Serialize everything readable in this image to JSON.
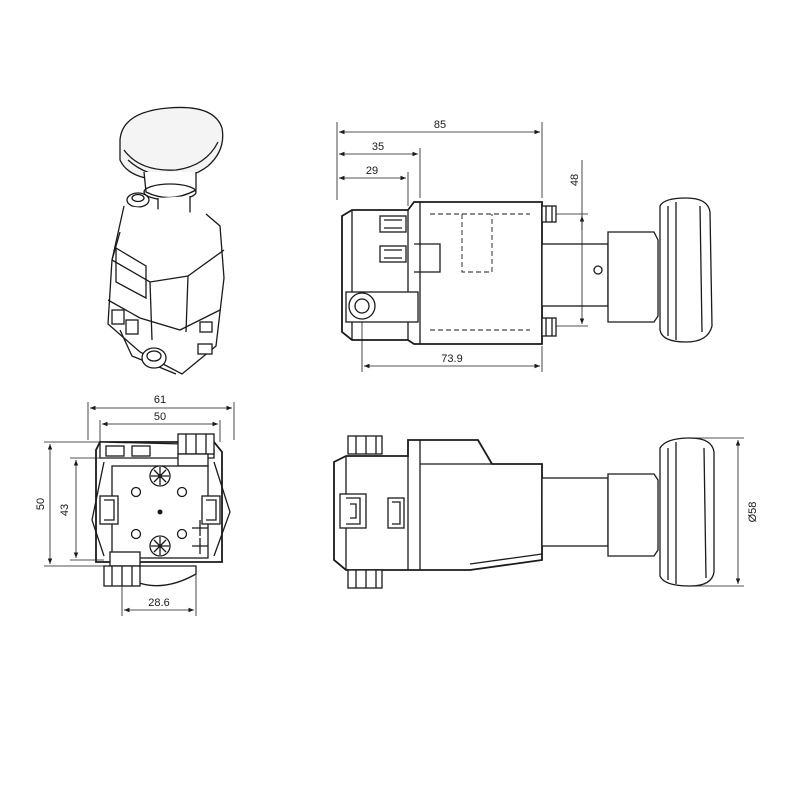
{
  "diagram": {
    "stroke_color": "#1a1a1a",
    "background": "#ffffff",
    "views": {
      "isometric_view": {},
      "top_view": {
        "dims": {
          "overall_length": "85",
          "dim_35": "35",
          "dim_29": "29",
          "dim_73_9": "73.9",
          "height_48": "48"
        }
      },
      "end_view": {
        "dims": {
          "width_61": "61",
          "width_50": "50",
          "height_50": "50",
          "height_43": "43",
          "offset_28_6": "28.6"
        }
      },
      "side_view": {
        "dims": {
          "knob_diameter": "Ø58"
        }
      }
    }
  }
}
